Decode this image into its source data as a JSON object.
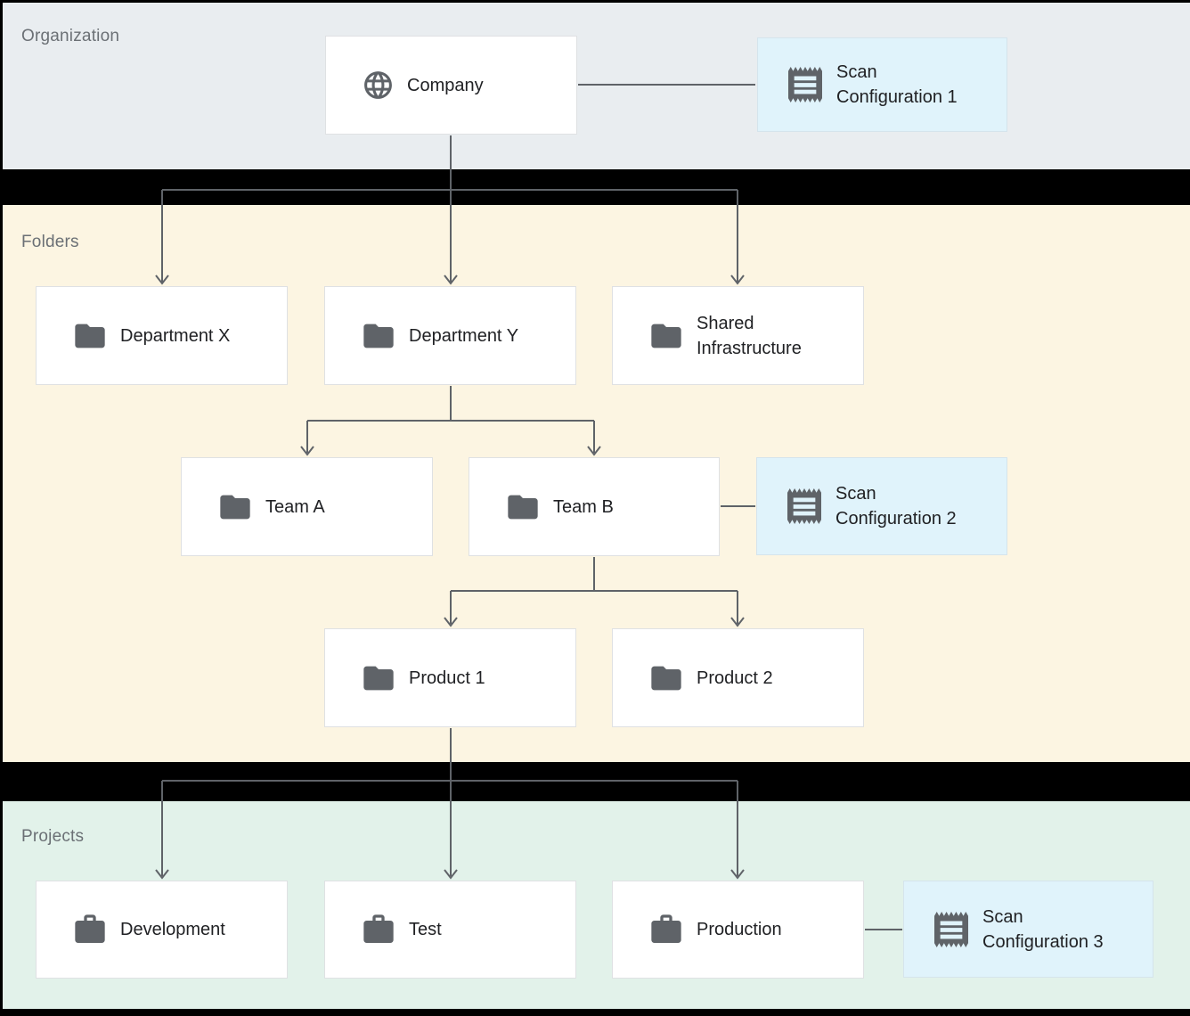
{
  "diagram": {
    "bands": {
      "organization": {
        "label": "Organization"
      },
      "folders": {
        "label": "Folders"
      },
      "projects": {
        "label": "Projects"
      }
    },
    "nodes": {
      "company": {
        "label": "Company",
        "icon": "globe-icon"
      },
      "scan_configuration_1": {
        "label": "Scan Configuration 1",
        "icon": "receipt-icon"
      },
      "department_x": {
        "label": "Department X",
        "icon": "folder-icon"
      },
      "department_y": {
        "label": "Department Y",
        "icon": "folder-icon"
      },
      "shared_infrastructure": {
        "label": "Shared Infrastructure",
        "icon": "folder-icon"
      },
      "team_a": {
        "label": "Team A",
        "icon": "folder-icon"
      },
      "team_b": {
        "label": "Team B",
        "icon": "folder-icon"
      },
      "scan_configuration_2": {
        "label": "Scan Configuration 2",
        "icon": "receipt-icon"
      },
      "product_1": {
        "label": "Product 1",
        "icon": "folder-icon"
      },
      "product_2": {
        "label": "Product 2",
        "icon": "folder-icon"
      },
      "development": {
        "label": "Development",
        "icon": "briefcase-icon"
      },
      "test": {
        "label": "Test",
        "icon": "briefcase-icon"
      },
      "production": {
        "label": "Production",
        "icon": "briefcase-icon"
      },
      "scan_configuration_3": {
        "label": "Scan Configuration 3",
        "icon": "receipt-icon"
      }
    },
    "colors": {
      "background": "#000000",
      "organization_band": "#E9EDF0",
      "folders_band": "#FCF5E2",
      "projects_band": "#E2F2EA",
      "node_fill": "#FFFFFF",
      "scan_config_fill": "#E0F3FB",
      "node_border": "#DFE1E3",
      "connector": "#5F6368",
      "icon": "#5F6368",
      "node_text": "#202124",
      "band_label_text": "#6B7075"
    }
  }
}
